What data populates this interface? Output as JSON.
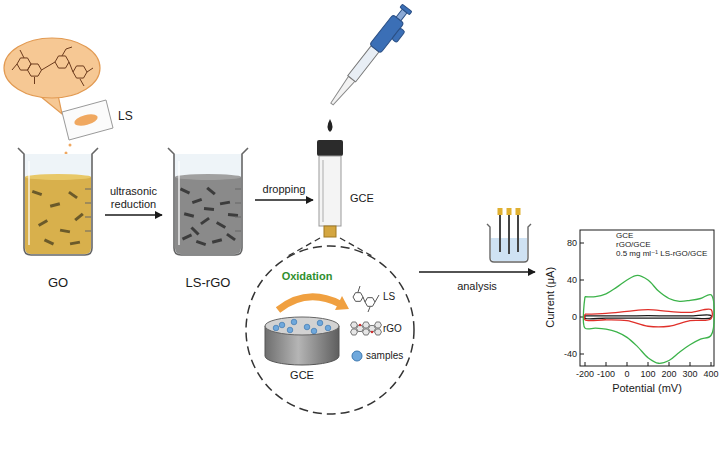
{
  "diagram": {
    "nodes": [
      {
        "text": [
          "GO"
        ]
      },
      {
        "text": [
          "LS-rGO"
        ]
      },
      {
        "text": [
          "GCE"
        ]
      },
      {
        "text": [
          "Oxidation",
          "LS",
          "rGO",
          "samples"
        ]
      },
      {
        "text": [
          "GCE"
        ],
        "in": 3
      },
      {
        "text": [
          "Current (μA)",
          "Potential (mV)"
        ]
      }
    ],
    "edges": [
      {
        "from": 0,
        "to": 1,
        "arrow": "to",
        "label": "ultrasonic reduction"
      },
      {
        "from": 1,
        "to": 2,
        "arrow": "to",
        "label": "dropping"
      },
      {
        "from": 3,
        "to": 5,
        "arrow": "to",
        "label": "analysis"
      }
    ],
    "labels": [
      "LS",
      "80",
      "40",
      "0",
      "-40",
      "-200",
      "-100",
      "0",
      "100",
      "200",
      "300",
      "400"
    ],
    "legend": [
      {
        "text": "GCE"
      },
      {
        "text": "rGO/GCE"
      },
      {
        "text": "0.5 mg ml⁻¹ LS-rGO/GCE"
      }
    ]
  }
}
